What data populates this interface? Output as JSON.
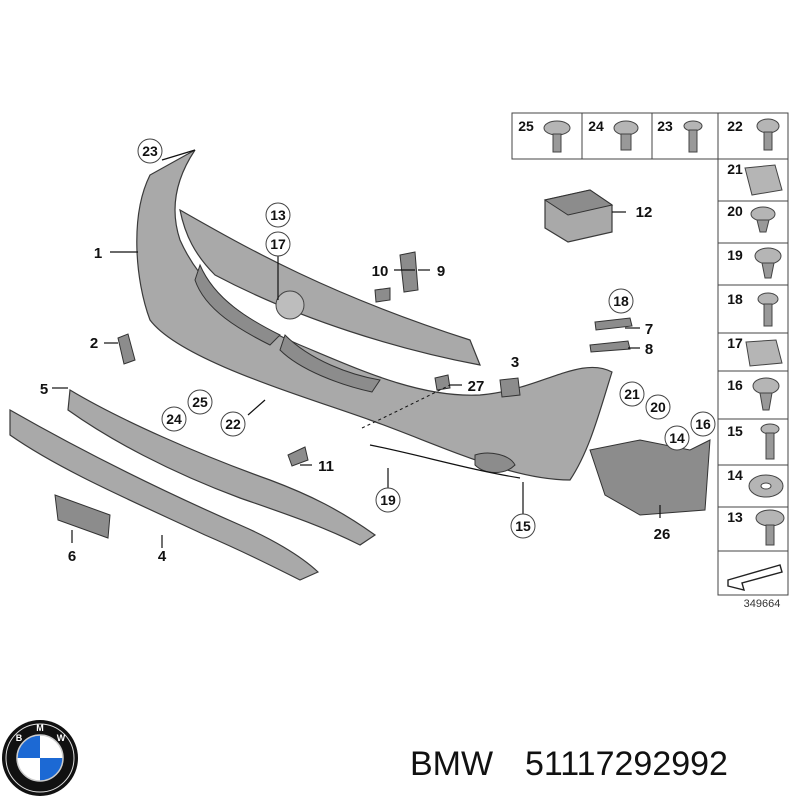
{
  "diagram": {
    "circled_labels": [
      "23",
      "13",
      "17",
      "18",
      "3",
      "21",
      "20",
      "14",
      "16",
      "24",
      "25",
      "22",
      "19",
      "15"
    ],
    "plain_labels": [
      "1",
      "2",
      "5",
      "10",
      "9",
      "7",
      "8",
      "27",
      "11",
      "6",
      "4",
      "12",
      "26"
    ],
    "legend_items": [
      "25",
      "24",
      "23",
      "22",
      "21",
      "20",
      "19",
      "18",
      "17",
      "16",
      "15",
      "14",
      "13"
    ],
    "catalog_number": "349664"
  },
  "brand": {
    "name": "BMW",
    "part_number": "51117292992",
    "logo_letters": [
      "B",
      "M",
      "W"
    ]
  },
  "colors": {
    "part_fill": "#a9a9a9",
    "part_stroke": "#3a3a3a",
    "logo_blue": "#1c69d4",
    "logo_ring": "#111111"
  }
}
